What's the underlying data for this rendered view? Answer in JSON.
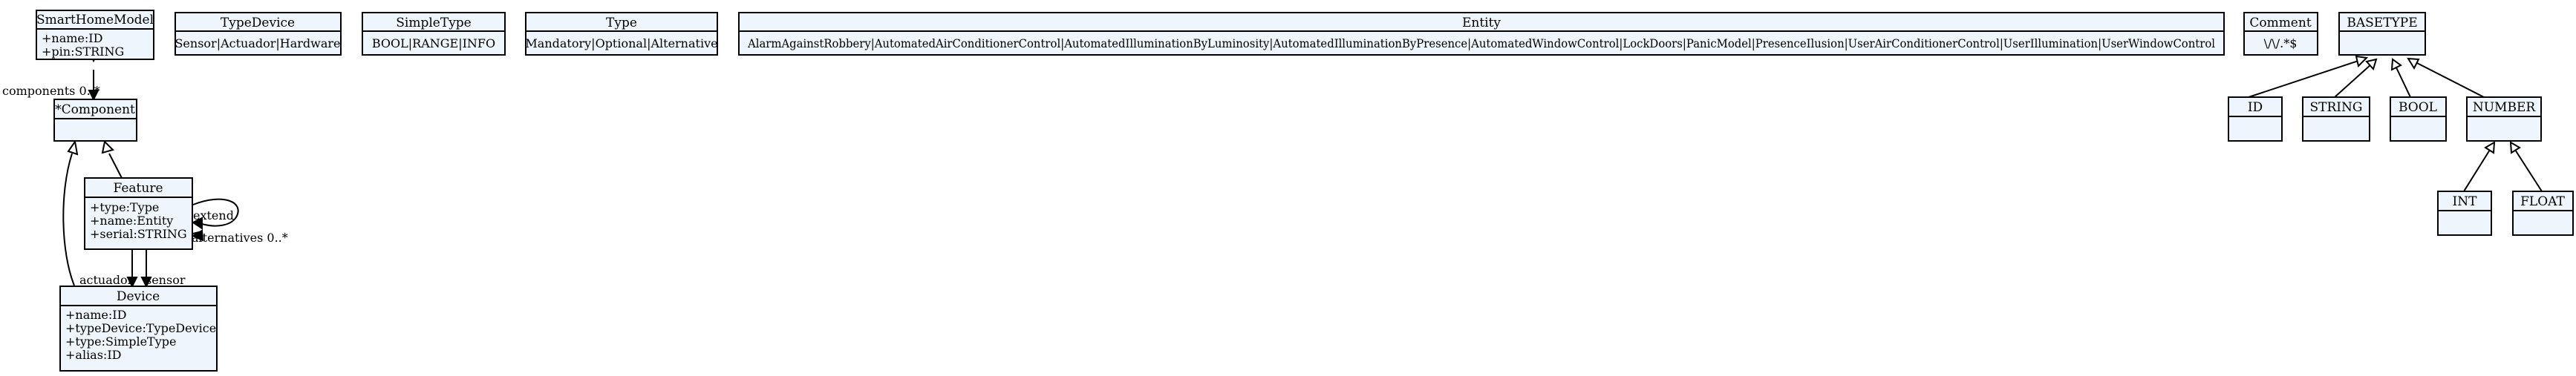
{
  "classes": {
    "smarthomemodel": {
      "name": "SmartHomeModel",
      "attributes": [
        "+name:ID",
        "+pin:STRING"
      ]
    },
    "component": {
      "name": "*Component",
      "attributes": []
    },
    "feature": {
      "name": "Feature",
      "attributes": [
        "+type:Type",
        "+name:Entity",
        "+serial:STRING"
      ]
    },
    "device": {
      "name": "Device",
      "attributes": [
        "+name:ID",
        "+typeDevice:TypeDevice",
        "+type:SimpleType",
        "+alias:ID"
      ]
    },
    "typedevice": {
      "name": "TypeDevice",
      "literals": "Sensor|Actuador|Hardware"
    },
    "simpletype": {
      "name": "SimpleType",
      "literals": "BOOL|RANGE|INFO"
    },
    "type": {
      "name": "Type",
      "literals": "Mandatory|Optional|Alternative"
    },
    "entity": {
      "name": "Entity",
      "literals": "AlarmAgainstRobbery|AutomatedAirConditionerControl|AutomatedIlluminationByLuminosity|AutomatedIlluminationByPresence|AutomatedWindowControl|LockDoors|PanicModel|PresenceIlusion|UserAirConditionerControl|UserIllumination|UserWindowControl"
    },
    "comment": {
      "name": "Comment",
      "literals": "\\/\\/.*$"
    },
    "basetype": {
      "name": "BASETYPE",
      "attributes": []
    },
    "id": {
      "name": "ID",
      "attributes": []
    },
    "string": {
      "name": "STRING",
      "attributes": []
    },
    "bool": {
      "name": "BOOL",
      "attributes": []
    },
    "number": {
      "name": "NUMBER",
      "attributes": []
    },
    "int": {
      "name": "INT",
      "attributes": []
    },
    "float": {
      "name": "FLOAT",
      "attributes": []
    }
  },
  "edge_labels": {
    "components": "components 0..*",
    "extend": "extend",
    "alternatives": "alternatives 0..*",
    "actuador": "actuador",
    "sensor": "sensor"
  }
}
